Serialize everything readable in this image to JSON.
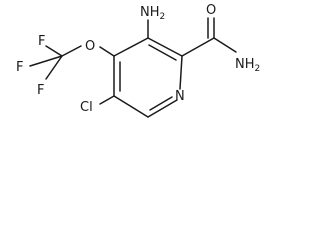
{
  "structure": {
    "atoms": {
      "amino": "NH",
      "amino_sub": "2",
      "carbonyl_o": "O",
      "amide_n": "NH",
      "amide_sub": "2",
      "ring_n": "N",
      "chlorine": "Cl",
      "ether_o": "O",
      "fluorine_top": "F",
      "fluorine_mid": "F",
      "fluorine_bot": "F"
    }
  }
}
